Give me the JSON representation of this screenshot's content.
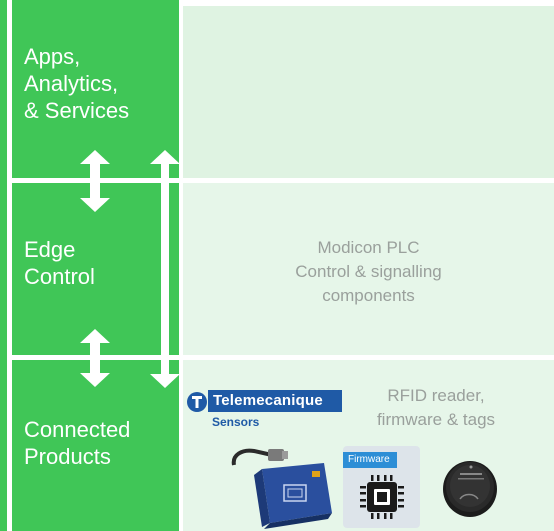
{
  "layers": [
    {
      "id": "apps",
      "label_lines": [
        "Apps,",
        "Analytics,",
        "& Services"
      ]
    },
    {
      "id": "edge",
      "label_lines": [
        "Edge",
        "Control"
      ]
    },
    {
      "id": "products",
      "label_lines": [
        "Connected",
        "Products"
      ]
    }
  ],
  "edge_panel": {
    "lines": [
      "Modicon PLC",
      "Control & signalling",
      "components"
    ]
  },
  "products_panel": {
    "brand": "Telemecanique",
    "brand_sub": "Sensors",
    "lines": [
      "RFID reader,",
      "firmware & tags"
    ],
    "firmware_badge": "Firmware"
  },
  "colors": {
    "accent": "#40c657",
    "panel": "#dff3e2",
    "muted_text": "#9aa09c",
    "brand_blue": "#1f5aa6"
  }
}
